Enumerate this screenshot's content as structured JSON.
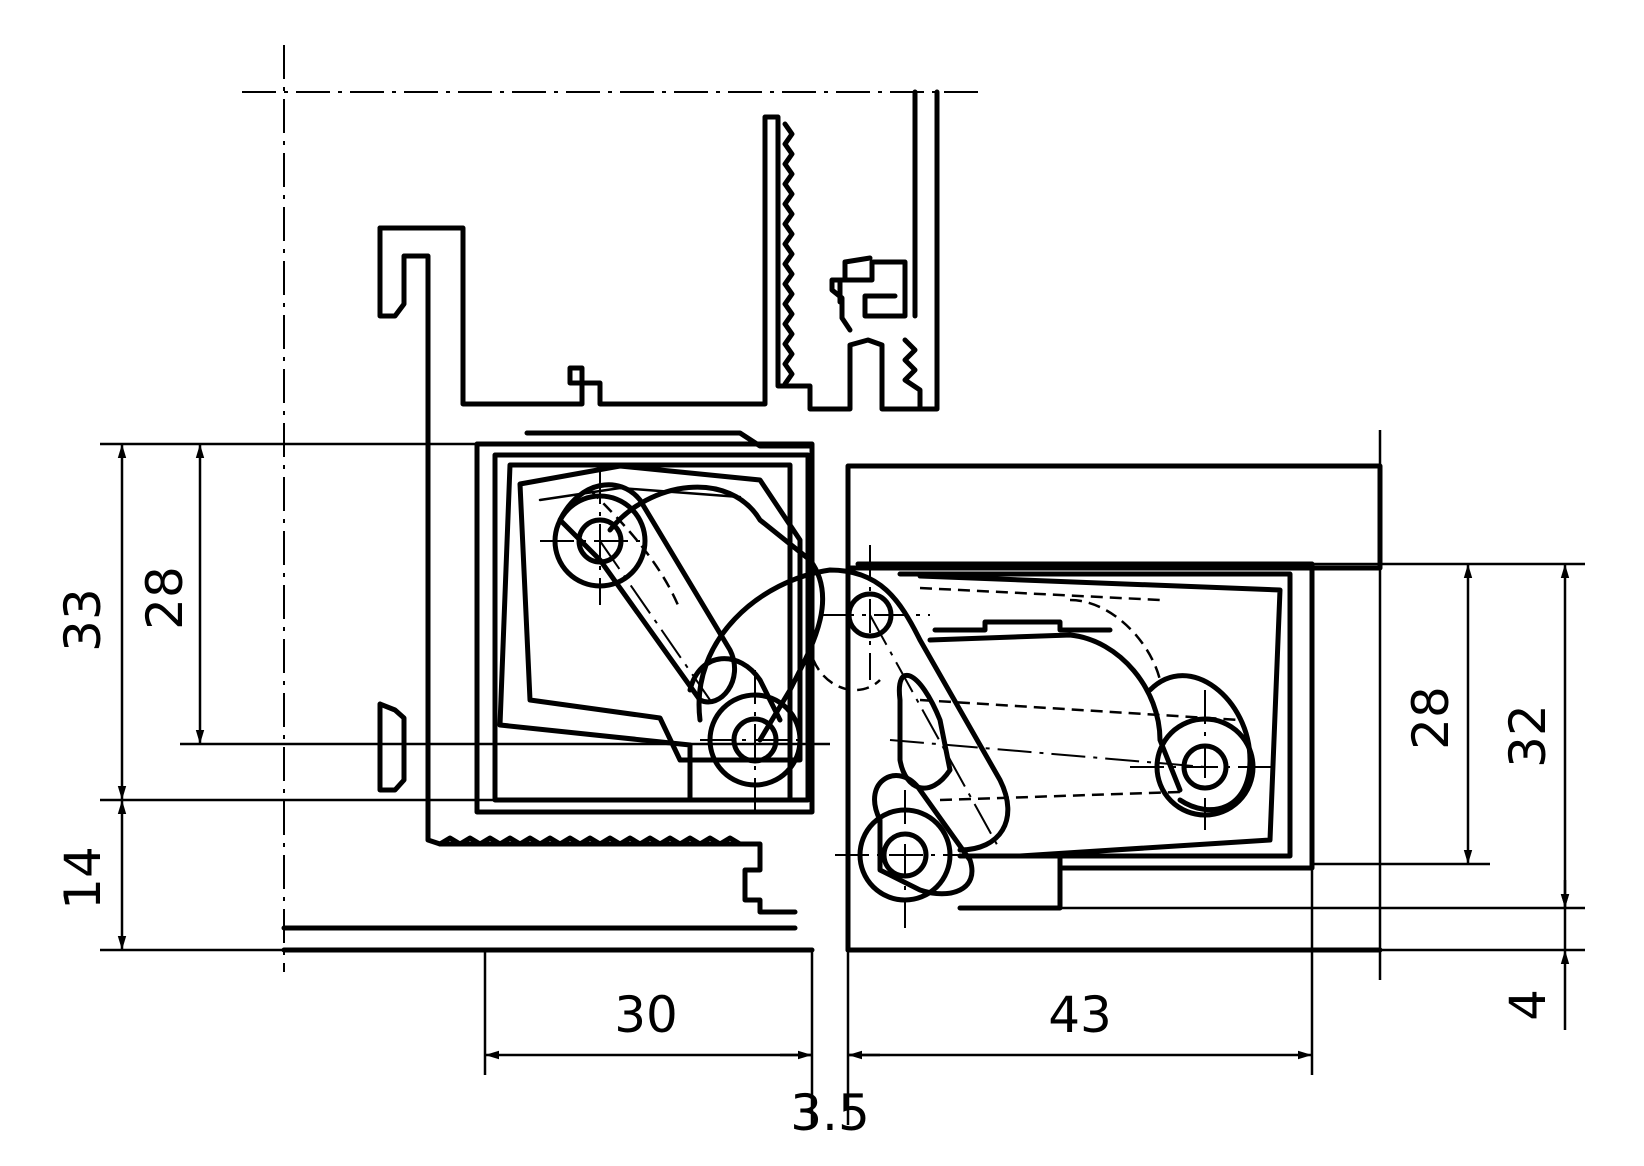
{
  "diagram": {
    "stroke_color": "#000000",
    "background_color": "#ffffff",
    "dimensions": {
      "left_overall": "33",
      "left_inner": "28",
      "left_bottom": "14",
      "right_inner": "28",
      "right_overall": "32",
      "right_bottom": "4",
      "bottom_left_width": "30",
      "bottom_gap": "3.5",
      "bottom_right_width": "43"
    }
  }
}
